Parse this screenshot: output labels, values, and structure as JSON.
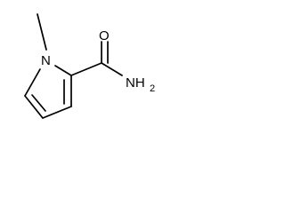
{
  "molecule": {
    "atoms": {
      "n1": {
        "symbol": "N"
      },
      "o": {
        "symbol": "O"
      },
      "nh2": {
        "symbol": "NH",
        "subscript": "2"
      }
    },
    "colors": {
      "bond": "#000000",
      "label": "#000000",
      "background": "#ffffff"
    }
  }
}
